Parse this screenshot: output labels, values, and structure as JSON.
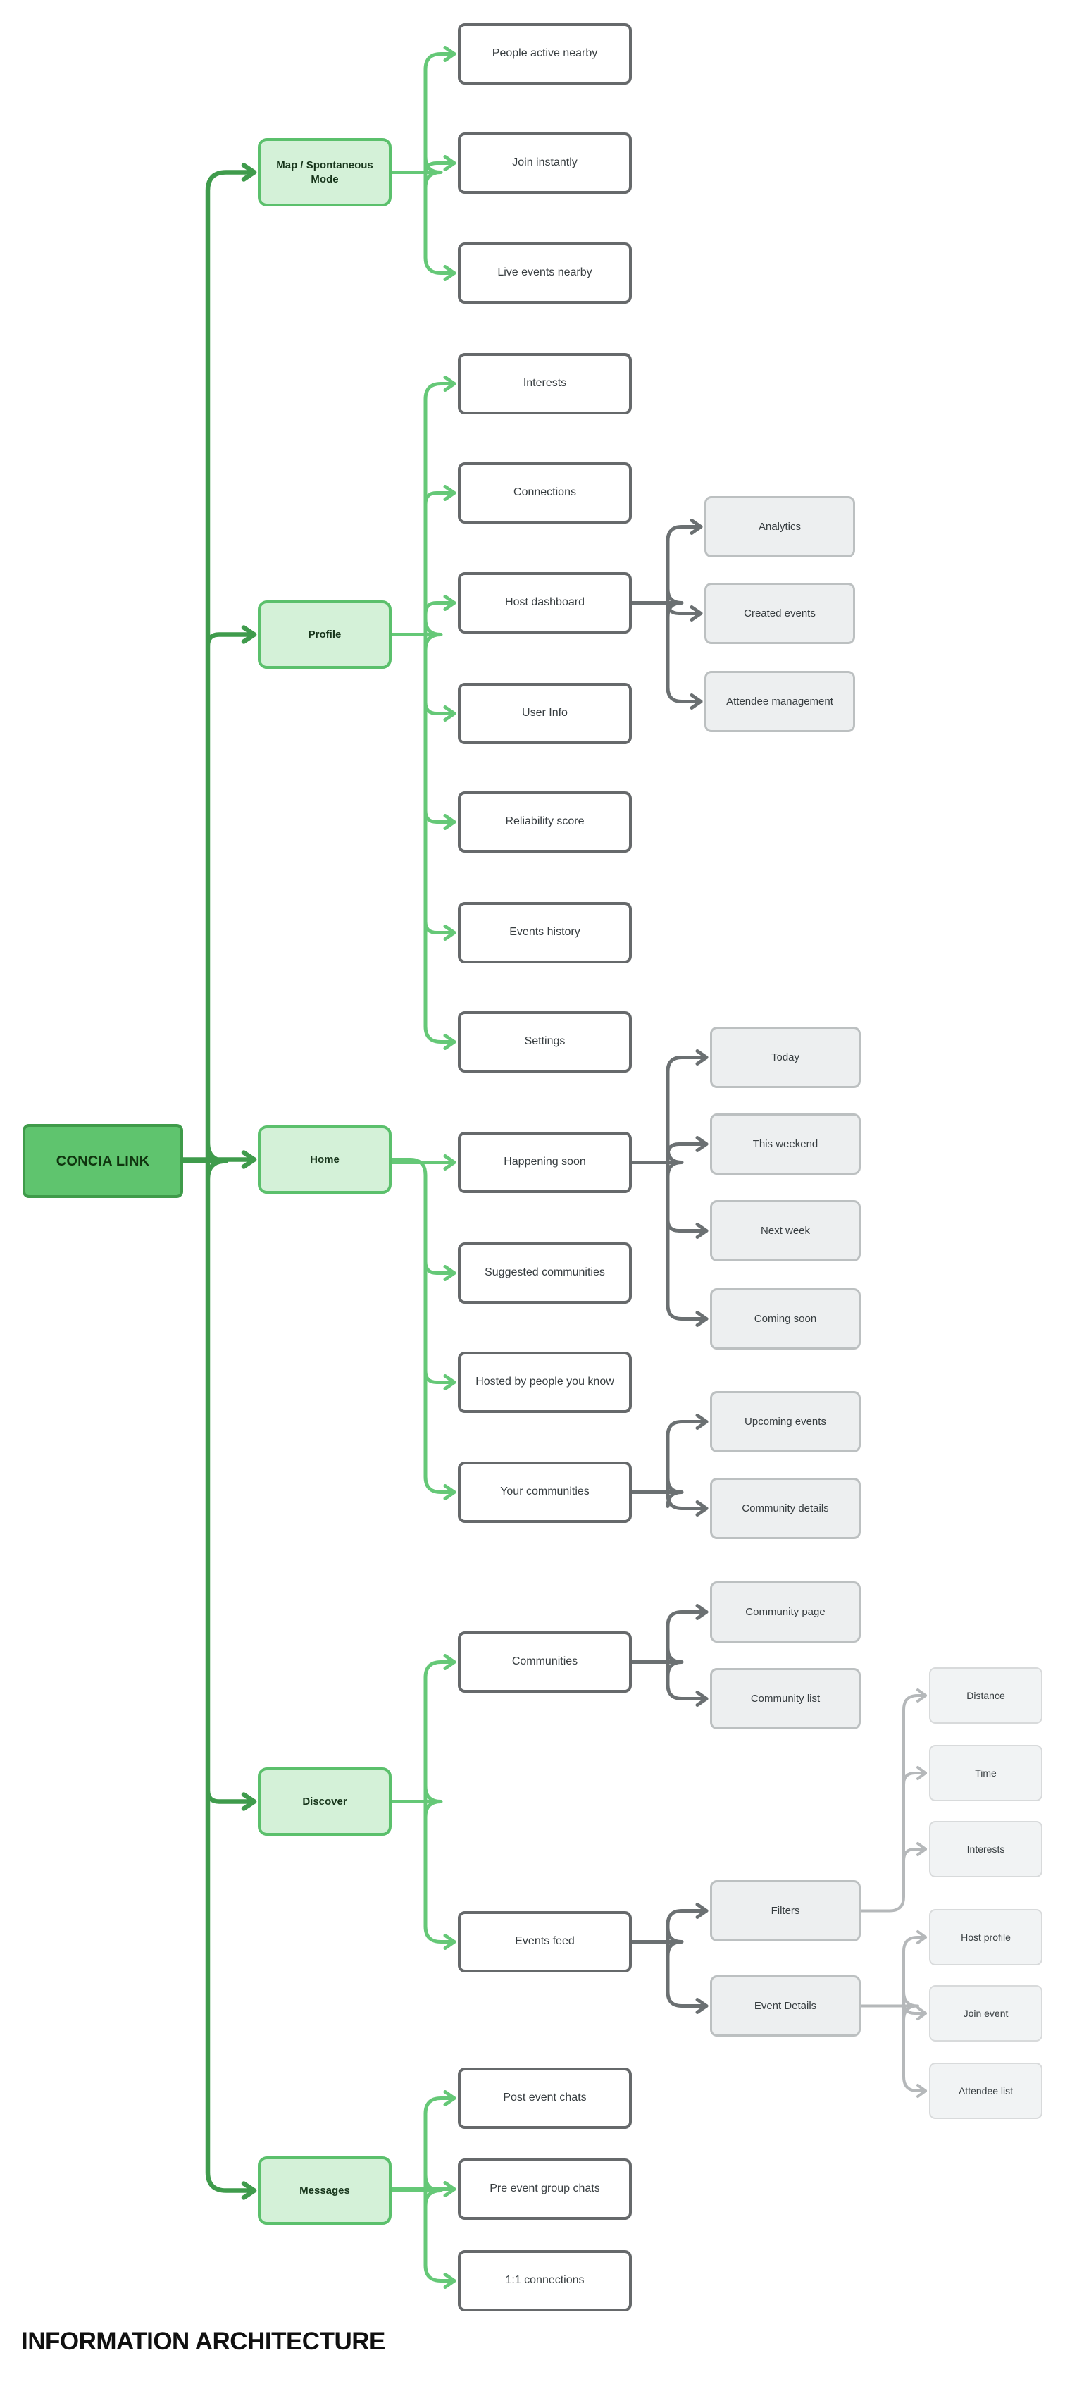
{
  "title": "INFORMATION ARCHITECTURE",
  "colors": {
    "root_fill": "#5fc46e",
    "root_border": "#3f9b4a",
    "branch_fill": "#d4f1d8",
    "branch_border": "#5bc06c",
    "leaf_border": "#66696b",
    "sub_fill": "#edeff0",
    "sub_border": "#bcc0c1",
    "subsub_fill": "#f1f3f4",
    "subsub_border": "#d8dadb",
    "connector_dark_green": "#3f9b4c",
    "connector_green": "#65c877",
    "connector_gray": "#6b7072",
    "connector_light_gray": "#b5b8ba"
  },
  "nodes": {
    "root": {
      "label": "CONCIA LINK"
    },
    "map_mode": {
      "label": "Map / Spontaneous Mode"
    },
    "people_active_nearby": {
      "label": "People active nearby"
    },
    "join_instantly": {
      "label": "Join instantly"
    },
    "live_events_nearby": {
      "label": "Live events nearby"
    },
    "profile": {
      "label": "Profile"
    },
    "interests": {
      "label": "Interests"
    },
    "connections": {
      "label": "Connections"
    },
    "host_dashboard": {
      "label": "Host dashboard"
    },
    "analytics": {
      "label": "Analytics"
    },
    "created_events": {
      "label": "Created events"
    },
    "attendee_management": {
      "label": "Attendee management"
    },
    "user_info": {
      "label": "User Info"
    },
    "reliability_score": {
      "label": "Reliability score"
    },
    "events_history": {
      "label": "Events history"
    },
    "settings": {
      "label": "Settings"
    },
    "home": {
      "label": "Home"
    },
    "happening_soon": {
      "label": "Happening soon"
    },
    "today": {
      "label": "Today"
    },
    "this_weekend": {
      "label": "This weekend"
    },
    "next_week": {
      "label": "Next week"
    },
    "coming_soon": {
      "label": "Coming soon"
    },
    "suggested_communities": {
      "label": "Suggested communities"
    },
    "hosted_by_people": {
      "label": "Hosted by people you know"
    },
    "your_communities": {
      "label": "Your communities"
    },
    "upcoming_events": {
      "label": "Upcoming events"
    },
    "community_details": {
      "label": "Community details"
    },
    "discover": {
      "label": "Discover"
    },
    "communities": {
      "label": "Communities"
    },
    "community_page": {
      "label": "Community page"
    },
    "community_list": {
      "label": "Community list"
    },
    "events_feed": {
      "label": "Events feed"
    },
    "filters": {
      "label": "Filters"
    },
    "distance": {
      "label": "Distance"
    },
    "time": {
      "label": "Time"
    },
    "interests_filter": {
      "label": "Interests"
    },
    "event_details": {
      "label": "Event Details"
    },
    "host_profile": {
      "label": "Host profile"
    },
    "join_event": {
      "label": "Join event"
    },
    "attendee_list": {
      "label": "Attendee list"
    },
    "messages": {
      "label": "Messages"
    },
    "post_event_chats": {
      "label": "Post event chats"
    },
    "pre_event_group_chats": {
      "label": "Pre event group chats"
    },
    "one_to_one_connections": {
      "label": "1:1 connections"
    }
  },
  "hierarchy": {
    "id": "root",
    "children": [
      {
        "id": "map_mode",
        "children": [
          {
            "id": "people_active_nearby"
          },
          {
            "id": "join_instantly"
          },
          {
            "id": "live_events_nearby"
          }
        ]
      },
      {
        "id": "profile",
        "children": [
          {
            "id": "interests"
          },
          {
            "id": "connections"
          },
          {
            "id": "host_dashboard",
            "children": [
              {
                "id": "analytics"
              },
              {
                "id": "created_events"
              },
              {
                "id": "attendee_management"
              }
            ]
          },
          {
            "id": "user_info"
          },
          {
            "id": "reliability_score"
          },
          {
            "id": "events_history"
          },
          {
            "id": "settings"
          }
        ]
      },
      {
        "id": "home",
        "children": [
          {
            "id": "happening_soon",
            "children": [
              {
                "id": "today"
              },
              {
                "id": "this_weekend"
              },
              {
                "id": "next_week"
              },
              {
                "id": "coming_soon"
              }
            ]
          },
          {
            "id": "suggested_communities"
          },
          {
            "id": "hosted_by_people"
          },
          {
            "id": "your_communities",
            "children": [
              {
                "id": "upcoming_events"
              },
              {
                "id": "community_details"
              }
            ]
          }
        ]
      },
      {
        "id": "discover",
        "children": [
          {
            "id": "communities",
            "children": [
              {
                "id": "community_page"
              },
              {
                "id": "community_list"
              }
            ]
          },
          {
            "id": "events_feed",
            "children": [
              {
                "id": "filters",
                "children": [
                  {
                    "id": "distance"
                  },
                  {
                    "id": "time"
                  },
                  {
                    "id": "interests_filter"
                  }
                ]
              },
              {
                "id": "event_details",
                "children": [
                  {
                    "id": "host_profile"
                  },
                  {
                    "id": "join_event"
                  },
                  {
                    "id": "attendee_list"
                  }
                ]
              }
            ]
          }
        ]
      },
      {
        "id": "messages",
        "children": [
          {
            "id": "post_event_chats"
          },
          {
            "id": "pre_event_group_chats"
          },
          {
            "id": "one_to_one_connections"
          }
        ]
      }
    ]
  }
}
